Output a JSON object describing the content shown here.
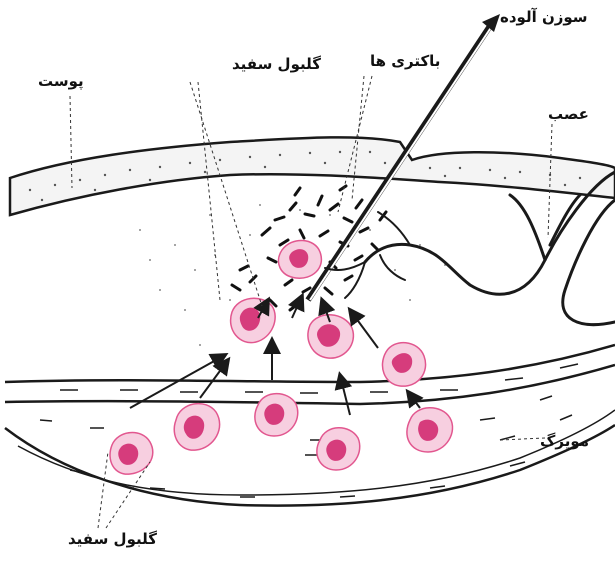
{
  "labels": {
    "needle": "سوزن آلوده",
    "bacteria": "باکتری ها",
    "wbc_top": "گلبول سفید",
    "skin": "پوست",
    "nerve": "عصب",
    "capillary": "مویرگ",
    "wbc_bottom": "گلبول سفید"
  },
  "colors": {
    "ink": "#1a1a1a",
    "cell_fill": "#f7cfe0",
    "cell_outline": "#e2578f",
    "nucleus": "#d63c7c",
    "skin_fill": "#f4f4f4"
  }
}
